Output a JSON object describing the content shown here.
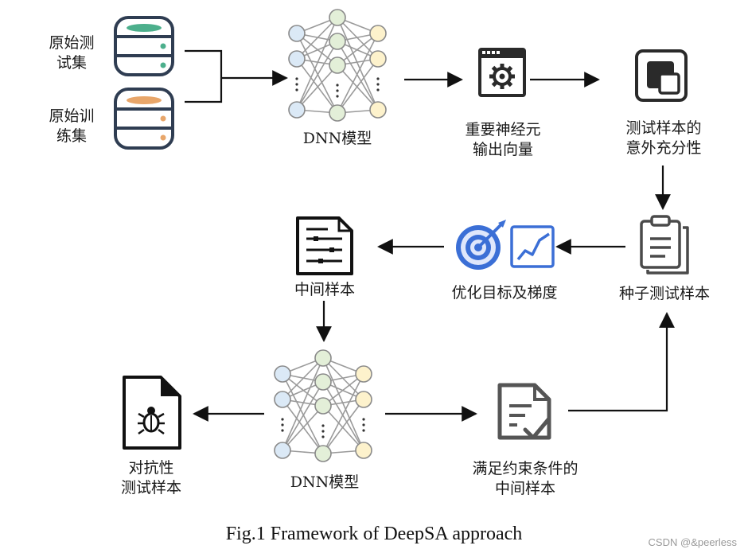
{
  "labels": {
    "original_test_set": [
      "原始测",
      "试集"
    ],
    "original_train_set": [
      "原始训",
      "练集"
    ],
    "dnn_model_top": "DNN模型",
    "important_neuron_output": [
      "重要神经元",
      "输出向量"
    ],
    "test_sample_surprise": [
      "测试样本的",
      "意外充分性"
    ],
    "seed_test_sample": "种子测试样本",
    "optimize_target_gradient": "优化目标及梯度",
    "intermediate_sample": "中间样本",
    "dnn_model_bottom": "DNN模型",
    "adversarial_test_sample": [
      "对抗性",
      "测试样本"
    ],
    "constraint_intermediate_sample": [
      "满足约束条件的",
      "中间样本"
    ]
  },
  "caption": "Fig.1 Framework of DeepSA approach",
  "watermark": "CSDN @&peerless",
  "colors": {
    "db_top_green": "#4caf8c",
    "db_top_orange": "#e8a66a",
    "db_outline": "#2f3d52",
    "node_blue": "#dbe9f6",
    "node_green": "#e3efd8",
    "node_yellow": "#fdf2cc",
    "accent_blue": "#3b6fd6"
  }
}
